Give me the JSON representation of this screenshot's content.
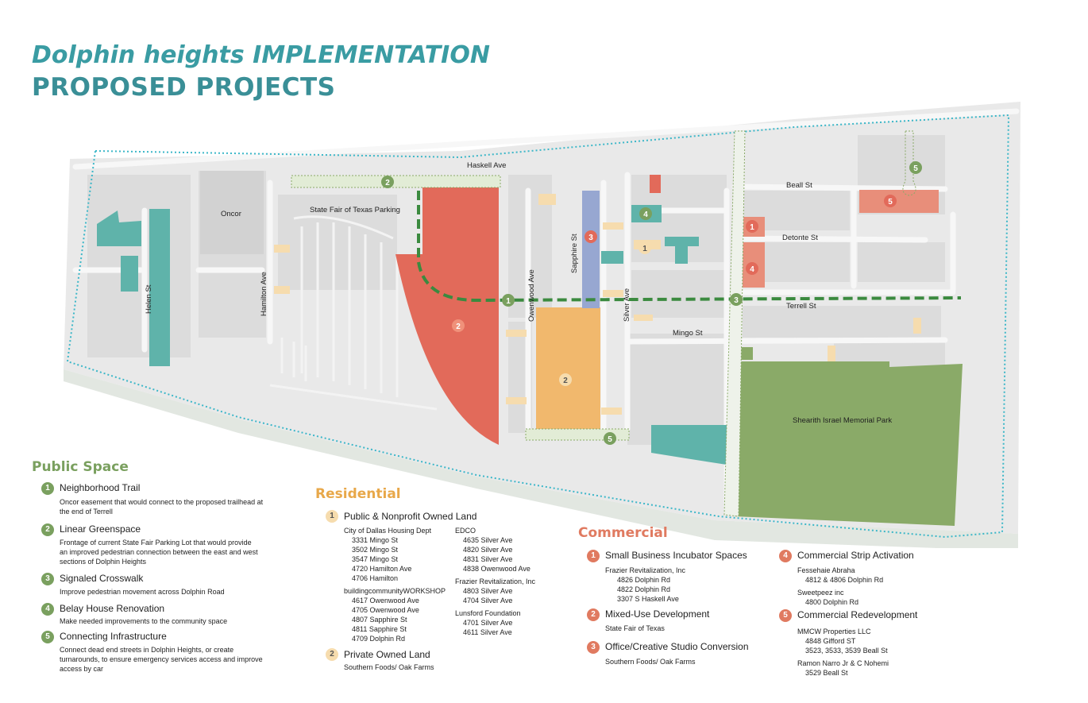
{
  "title": {
    "line1": "Dolphin heights IMPLEMENTATION",
    "line2": "PROPOSED PROJECTS"
  },
  "colors": {
    "public": "#7aa05f",
    "residential": "#e8b862",
    "commercial": "#e07a60",
    "teal": "#3a9ca3"
  },
  "map": {
    "streets": {
      "haskell": "Haskell Ave",
      "beall": "Beall St",
      "detonte": "Detonte St",
      "terrell": "Terrell St",
      "mingo": "Mingo St",
      "helen": "Helen St",
      "hamilton": "Hamilton Ave",
      "owenwood": "Owenwood Ave",
      "sapphire": "Sapphire St",
      "silver": "Silver Ave"
    },
    "places": {
      "oncor": "Oncor",
      "fair_parking": "State Fair of Texas Parking",
      "park": "Shearith Israel Memorial Park"
    },
    "markers": {
      "g1": "1",
      "g2": "2",
      "g3": "3",
      "g4": "4",
      "g5a": "5",
      "g5b": "5",
      "y1": "1",
      "y2": "2",
      "c1": "1",
      "c2": "2",
      "c3": "3",
      "c4": "4",
      "c5": "5"
    }
  },
  "public_space": {
    "heading": "Public Space",
    "items": [
      {
        "num": "1",
        "title": "Neighborhood Trail",
        "desc": [
          "Oncor easement that would connect to the proposed trailhead at",
          "the end of Terrell"
        ]
      },
      {
        "num": "2",
        "title": "Linear Greenspace",
        "desc": [
          "Frontage of current State Fair Parking Lot that would provide",
          "an improved pedestrian connection between the east and west",
          "sections of Dolphin Heights"
        ]
      },
      {
        "num": "3",
        "title": "Signaled Crosswalk",
        "desc": [
          "Improve pedestrian movement across Dolphin Road"
        ]
      },
      {
        "num": "4",
        "title": "Belay House Renovation",
        "desc": [
          "Make needed improvements to the community space"
        ]
      },
      {
        "num": "5",
        "title": "Connecting Infrastructure",
        "desc": [
          "Connect dead end streets in Dolphin Heights, or create",
          "turnarounds, to ensure emergency services access and improve",
          "access by car"
        ]
      }
    ]
  },
  "residential": {
    "heading": "Residential",
    "item1": {
      "num": "1",
      "title": "Public & Nonprofit Owned Land",
      "col1": [
        {
          "org": "City of Dallas Housing Dept",
          "addrs": [
            "3331 Mingo St",
            "3502 Mingo St",
            "3547 Mingo St",
            "4720 Hamilton Ave",
            "4706 Hamilton"
          ]
        },
        {
          "org": "buildingcommunityWORKSHOP",
          "addrs": [
            "4617 Owenwood Ave",
            "4705 Owenwood Ave",
            "4807 Sapphire St",
            "4811 Sapphire St",
            "4709 Dolphin Rd"
          ]
        }
      ],
      "col2": [
        {
          "org": "EDCO",
          "addrs": [
            "4635 Silver Ave",
            "4820 Silver Ave",
            "4831 Silver Ave",
            "4838 Owenwood Ave"
          ]
        },
        {
          "org": "Frazier Revitalization, Inc",
          "addrs": [
            "4803 Silver Ave",
            "4704 Silver Ave"
          ]
        },
        {
          "org": "Lunsford Foundation",
          "addrs": [
            "4701 Silver Ave",
            "4611 Silver Ave"
          ]
        }
      ]
    },
    "item2": {
      "num": "2",
      "title": "Private Owned Land",
      "desc": "Southern Foods/ Oak Farms"
    }
  },
  "commercial": {
    "heading": "Commercial",
    "c1": {
      "num": "1",
      "title": "Small Business Incubator Spaces",
      "org": "Frazier Revitalization, Inc",
      "addrs": [
        "4826 Dolphin Rd",
        "4822 Dolphin Rd",
        "3307 S Haskell Ave"
      ]
    },
    "c2": {
      "num": "2",
      "title": "Mixed-Use Development",
      "org": "State Fair of Texas"
    },
    "c3": {
      "num": "3",
      "title": "Office/Creative Studio Conversion",
      "org": "Southern Foods/ Oak Farms"
    },
    "c4": {
      "num": "4",
      "title": "Commercial Strip Activation",
      "groups": [
        {
          "org": "Fessehaie Abraha",
          "addrs": [
            "4812 & 4806 Dolphin Rd"
          ]
        },
        {
          "org": "Sweetpeez inc",
          "addrs": [
            "4800 Dolphin Rd"
          ]
        }
      ]
    },
    "c5": {
      "num": "5",
      "title": "Commercial Redevelopment",
      "groups": [
        {
          "org": "MMCW Properties LLC",
          "addrs": [
            "4848 Gifford ST",
            "3523, 3533, 3539  Beall St"
          ]
        },
        {
          "org": "Ramon Narro Jr & C Nohemi",
          "addrs": [
            "3529 Beall St"
          ]
        }
      ]
    }
  }
}
